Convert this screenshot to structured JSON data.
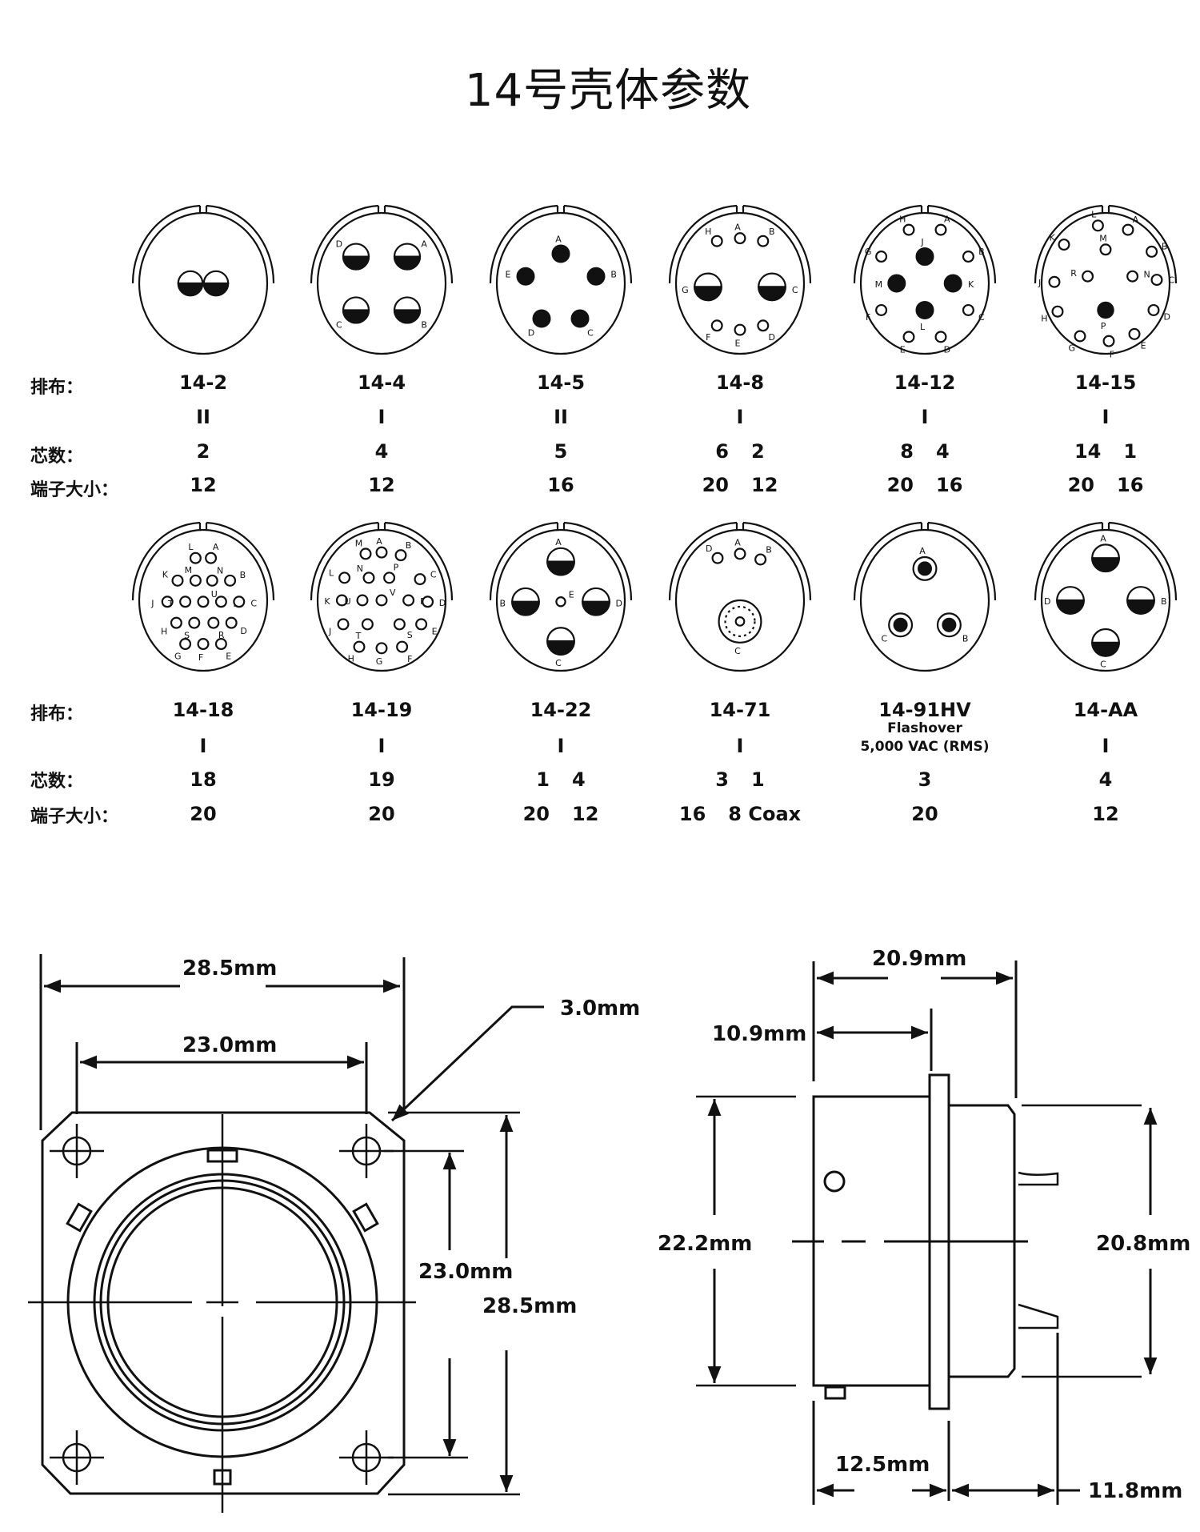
{
  "title": "14号壳体参数",
  "row_labels": {
    "arrangement": "排布：",
    "contacts": "芯数：",
    "size": "端子大小："
  },
  "connectors": [
    {
      "name": "14-2",
      "arr": "II",
      "contacts": [
        "2"
      ],
      "sizes": [
        "12"
      ],
      "pins": [
        "",
        ""
      ]
    },
    {
      "name": "14-4",
      "arr": "I",
      "contacts": [
        "4"
      ],
      "sizes": [
        "12"
      ],
      "pins": [
        "D",
        "A",
        "C",
        "B"
      ]
    },
    {
      "name": "14-5",
      "arr": "II",
      "contacts": [
        "5"
      ],
      "sizes": [
        "16"
      ],
      "pins": [
        "A",
        "B",
        "C",
        "D",
        "E"
      ]
    },
    {
      "name": "14-8",
      "arr": "I",
      "contacts": [
        "6",
        "2"
      ],
      "sizes": [
        "20",
        "12"
      ],
      "pins": [
        "H",
        "A",
        "B",
        "G",
        "C",
        "F",
        "E",
        "D"
      ]
    },
    {
      "name": "14-12",
      "arr": "I",
      "contacts": [
        "8",
        "4"
      ],
      "sizes": [
        "20",
        "16"
      ],
      "pins": [
        "H",
        "A",
        "B",
        "C",
        "D",
        "E",
        "F",
        "G",
        "J",
        "K",
        "L",
        "M"
      ]
    },
    {
      "name": "14-15",
      "arr": "I",
      "contacts": [
        "14",
        "1"
      ],
      "sizes": [
        "20",
        "16"
      ],
      "pins": [
        "L",
        "A",
        "B",
        "C",
        "D",
        "E",
        "F",
        "G",
        "H",
        "J",
        "K",
        "M",
        "N",
        "R",
        "P"
      ]
    },
    {
      "name": "14-18",
      "arr": "I",
      "contacts": [
        "18"
      ],
      "sizes": [
        "20"
      ],
      "pins": [
        "L",
        "A",
        "K",
        "M",
        "N",
        "B",
        "J",
        "T",
        "U",
        "P",
        "C",
        "H",
        "S",
        "R",
        "D",
        "G",
        "F",
        "E"
      ]
    },
    {
      "name": "14-19",
      "arr": "I",
      "contacts": [
        "19"
      ],
      "sizes": [
        "20"
      ],
      "pins": [
        "M",
        "A",
        "B",
        "L",
        "N",
        "P",
        "C",
        "K",
        "U",
        "V",
        "R",
        "D",
        "J",
        "T",
        "S",
        "E",
        "H",
        "G",
        "F"
      ]
    },
    {
      "name": "14-22",
      "arr": "I",
      "contacts": [
        "1",
        "4"
      ],
      "sizes": [
        "20",
        "12"
      ],
      "pins": [
        "A",
        "B",
        "E",
        "D",
        "C"
      ]
    },
    {
      "name": "14-71",
      "arr": "I",
      "contacts": [
        "3",
        "1"
      ],
      "sizes": [
        "16",
        "8 Coax"
      ],
      "pins": [
        "D",
        "A",
        "B",
        "C"
      ]
    },
    {
      "name": "14-91HV",
      "arr": "",
      "note": [
        "Flashover",
        "5,000 VAC (RMS)"
      ],
      "contacts": [
        "3"
      ],
      "sizes": [
        "20"
      ],
      "pins": [
        "A",
        "C",
        "B"
      ]
    },
    {
      "name": "14-AA",
      "arr": "I",
      "contacts": [
        "4"
      ],
      "sizes": [
        "12"
      ],
      "pins": [
        "A",
        "D",
        "B",
        "C"
      ]
    }
  ],
  "front_view": {
    "outer_width": "28.5mm",
    "hole_spacing_h": "23.0mm",
    "hole_dia": "3.0mm",
    "hole_spacing_v": "23.0mm",
    "outer_height": "28.5mm"
  },
  "side_view": {
    "overall": "20.9mm",
    "front_to_flange": "10.9mm",
    "body_dia": "22.2mm",
    "rear_dia": "20.8mm",
    "flange_pos": "12.5mm",
    "rear_len": "11.8mm"
  }
}
